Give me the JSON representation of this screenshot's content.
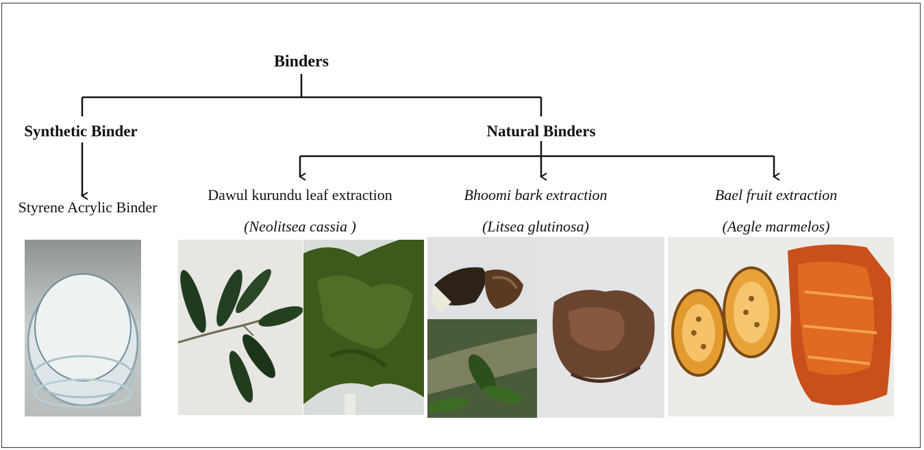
{
  "diagram": {
    "root": {
      "label": "Binders"
    },
    "synthetic": {
      "label": "Synthetic Binder",
      "child": {
        "label": "Styrene Acrylic Binder",
        "photo_icons": [
          "petri-dish-icon"
        ]
      }
    },
    "natural": {
      "label": "Natural Binders",
      "children": [
        {
          "label": "Dawul kurundu leaf extraction",
          "scientific": "(Neolitsea cassia )",
          "photo_icons": [
            "leaf-branch-icon",
            "green-leaf-paste-icon"
          ]
        },
        {
          "label": "Bhoomi bark extraction",
          "scientific": "(Litsea glutinosa)",
          "photo_icons": [
            "bark-pieces-icon",
            "tree-branch-icon",
            "brown-bark-paste-icon"
          ]
        },
        {
          "label": "Bael fruit extraction",
          "scientific": "(Aegle marmelos)",
          "photo_icons": [
            "bael-fruit-halves-icon",
            "orange-fruit-pulp-icon"
          ]
        }
      ]
    }
  }
}
